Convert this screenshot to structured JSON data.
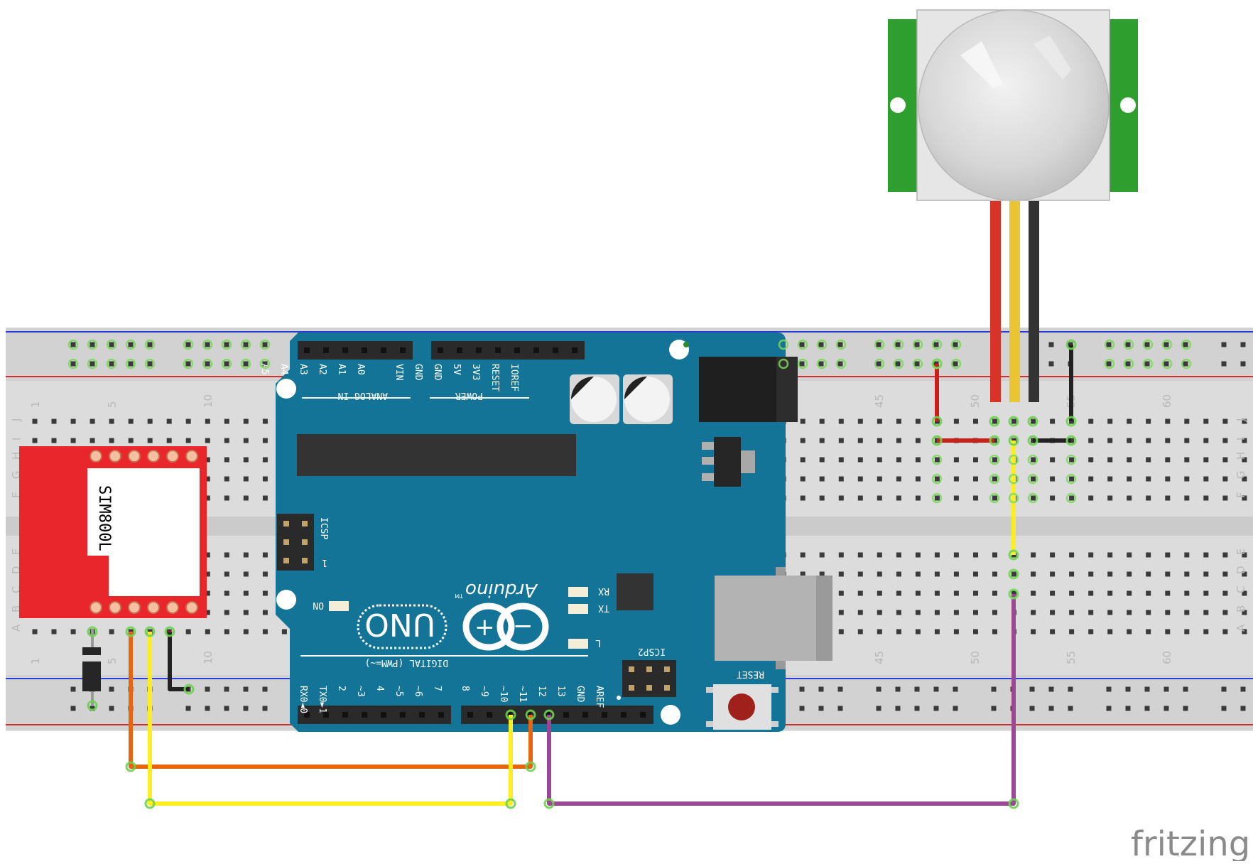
{
  "breadboard": {
    "top_numbers": [
      "1",
      "5",
      "10",
      "45",
      "50",
      "55",
      "60"
    ],
    "bottom_numbers": [
      "1",
      "5",
      "10",
      "45",
      "50",
      "55",
      "60"
    ],
    "row_letters_top": [
      "J",
      "I",
      "H",
      "G",
      "F"
    ],
    "row_letters_bottom": [
      "E",
      "D",
      "C",
      "B",
      "A"
    ]
  },
  "arduino": {
    "brand": "Arduino",
    "tm": "TM",
    "model": "UNO",
    "analog_label": "ANALOG IN",
    "analog_pins": [
      "A5",
      "A4",
      "A3",
      "A2",
      "A1",
      "A0"
    ],
    "power_label": "POWER",
    "power_pins": [
      "VIN",
      "GND",
      "GND",
      "5V",
      "3V3",
      "RESET",
      "IOREF"
    ],
    "digital_label": "DIGITAL (PWM=~)",
    "digital_pins_right": [
      "8",
      "~9",
      "~10",
      "~11",
      "12",
      "13",
      "GND",
      "AREF"
    ],
    "digital_pins_left": [
      "RX0◄0",
      "TX0►1",
      "2",
      "~3",
      "4",
      "~5",
      "~6",
      "7"
    ],
    "icsp_label": "ICSP",
    "icsp2_label": "ICSP2",
    "reset_label": "RESET",
    "on_label": "ON",
    "rx_label": "RX",
    "tx_label": "TX",
    "l_label": "L",
    "one_label": "1"
  },
  "gsm_module": {
    "label": "SIM800L"
  },
  "watermark": "fritzing",
  "colors": {
    "arduino_blue": "#137497",
    "module_red": "#e8262c",
    "pir_green": "#2e9e2f",
    "wire_orange": "#e8650f",
    "wire_yellow": "#fcee21",
    "wire_purple": "#9b4894",
    "wire_red": "#cc1f1a",
    "wire_black": "#222222"
  }
}
